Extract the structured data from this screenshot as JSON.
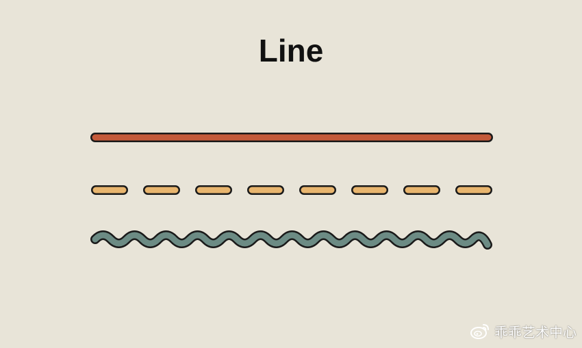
{
  "title": "Line",
  "watermark": {
    "text": "乖乖艺术中心",
    "icon": "weibo-icon"
  },
  "colors": {
    "background": "#e8e4d8",
    "outline": "#1a1a1a",
    "solid_line": "#c45a3a",
    "dashed_line": "#e8b56e",
    "wavy_line": "#6c8b84"
  },
  "line_styles": [
    "solid",
    "dashed",
    "wavy"
  ]
}
